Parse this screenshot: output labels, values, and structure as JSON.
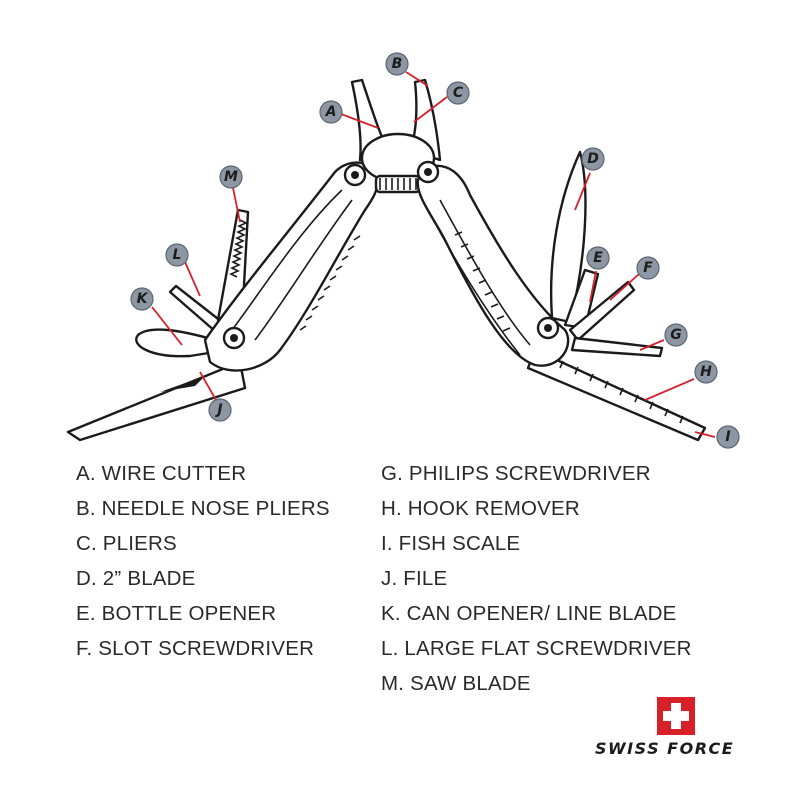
{
  "callouts": [
    "A",
    "B",
    "C",
    "D",
    "E",
    "F",
    "G",
    "H",
    "I",
    "J",
    "K",
    "L",
    "M"
  ],
  "legend": {
    "left": [
      "A. WIRE CUTTER",
      "B. NEEDLE NOSE PLIERS",
      "C. PLIERS",
      "D. 2” BLADE",
      "E. BOTTLE OPENER",
      "F. SLOT SCREWDRIVER"
    ],
    "right": [
      "G. PHILIPS SCREWDRIVER",
      "H. HOOK REMOVER",
      "I. FISH SCALE",
      "J. FILE",
      "K. CAN OPENER/ LINE BLADE",
      "L. LARGE FLAT SCREWDRIVER",
      "M. SAW BLADE"
    ]
  },
  "brand": {
    "name": "SWISS FORCE",
    "logo_color": "#d72027"
  },
  "colors": {
    "leader": "#d9202a",
    "badge": "#8d97a4",
    "outline": "#1b1b1b"
  }
}
